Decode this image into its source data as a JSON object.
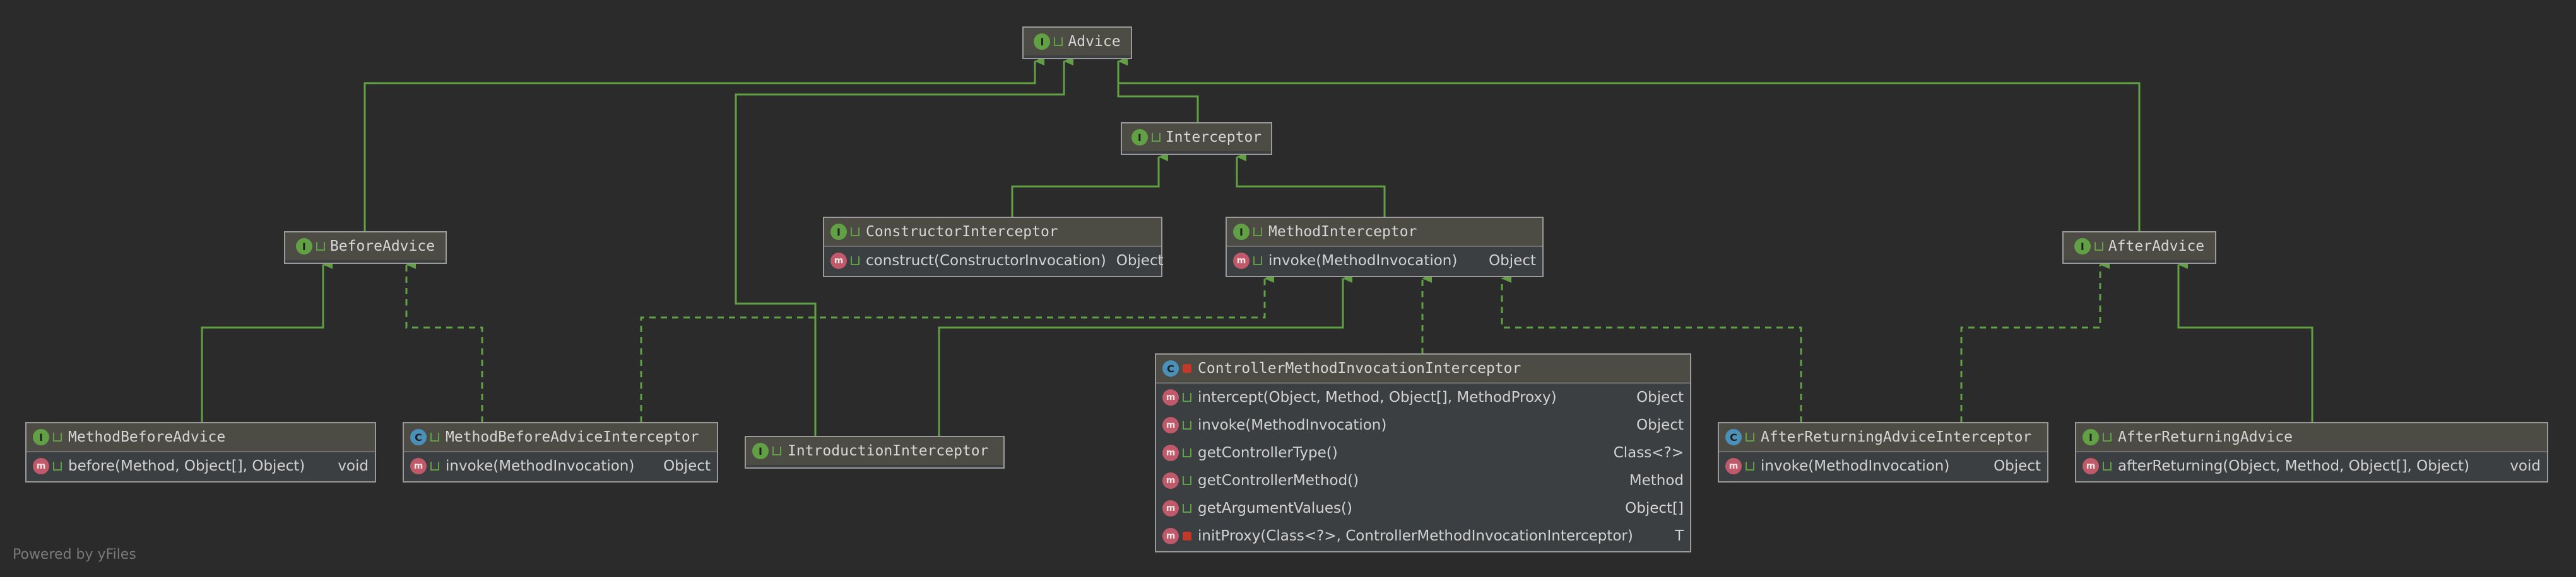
{
  "diagram": {
    "nodes": {
      "advice": {
        "name": "Advice",
        "kind": "interface"
      },
      "interceptor": {
        "name": "Interceptor",
        "kind": "interface"
      },
      "before_advice": {
        "name": "BeforeAdvice",
        "kind": "interface"
      },
      "after_advice": {
        "name": "AfterAdvice",
        "kind": "interface"
      },
      "constructor_interceptor": {
        "name": "ConstructorInterceptor",
        "kind": "interface",
        "members": [
          {
            "sig": "construct(ConstructorInvocation)",
            "ret": "Object"
          }
        ]
      },
      "method_interceptor": {
        "name": "MethodInterceptor",
        "kind": "interface",
        "members": [
          {
            "sig": "invoke(MethodInvocation)",
            "ret": "Object"
          }
        ]
      },
      "method_before_advice": {
        "name": "MethodBeforeAdvice",
        "kind": "interface",
        "members": [
          {
            "sig": "before(Method, Object[], Object)",
            "ret": "void"
          }
        ]
      },
      "method_before_advice_interceptor": {
        "name": "MethodBeforeAdviceInterceptor",
        "kind": "class",
        "members": [
          {
            "sig": "invoke(MethodInvocation)",
            "ret": "Object"
          }
        ]
      },
      "introduction_interceptor": {
        "name": "IntroductionInterceptor",
        "kind": "interface"
      },
      "controller_interceptor": {
        "name": "ControllerMethodInvocationInterceptor",
        "kind": "class",
        "members": [
          {
            "sig": "intercept(Object, Method, Object[], MethodProxy)",
            "ret": "Object"
          },
          {
            "sig": "invoke(MethodInvocation)",
            "ret": "Object"
          },
          {
            "sig": "getControllerType()",
            "ret": "Class<?>"
          },
          {
            "sig": "getControllerMethod()",
            "ret": "Method"
          },
          {
            "sig": "getArgumentValues()",
            "ret": "Object[]"
          },
          {
            "sig": "initProxy(Class<?>, ControllerMethodInvocationInterceptor)",
            "ret": "T"
          }
        ]
      },
      "after_returning_advice_interceptor": {
        "name": "AfterReturningAdviceInterceptor",
        "kind": "class",
        "members": [
          {
            "sig": "invoke(MethodInvocation)",
            "ret": "Object"
          }
        ]
      },
      "after_returning_advice": {
        "name": "AfterReturningAdvice",
        "kind": "interface",
        "members": [
          {
            "sig": "afterReturning(Object, Method, Object[], Object)",
            "ret": "void"
          }
        ]
      }
    },
    "colors": {
      "edge": "#62a045",
      "background": "#2b2b2b",
      "box_header": "#4d4c44"
    }
  },
  "footer": "Powered by yFiles"
}
